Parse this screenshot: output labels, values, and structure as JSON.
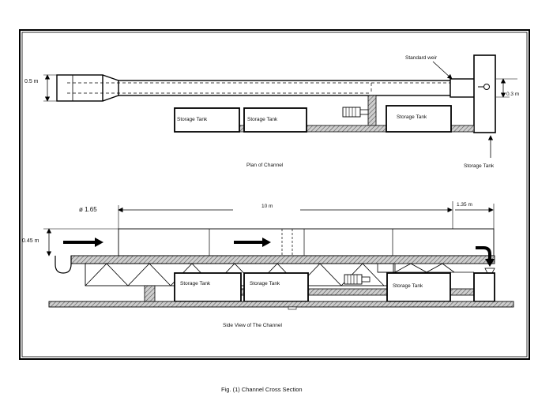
{
  "plan": {
    "dim_height": "0.5 m",
    "weir_label": "Standard weir",
    "dim_weir": "0.3 m",
    "tank_1": "Storage Tank",
    "tank_2": "Storage Tank",
    "tank_3": "Storage Tank",
    "tank_right": "Storage Tank",
    "caption": "Plan  of  Channel"
  },
  "side": {
    "dia_label": "ø 1.65",
    "dim_length": "10 m",
    "dim_end": "1.35 m",
    "dim_height": "0.45 m",
    "tank_1": "Storage Tank",
    "tank_2": "Storage Tank",
    "tank_3": "Storage Tank",
    "caption": "Side View of The Channel"
  },
  "figure_caption": "Fig. (1)  Channel   Cross Section",
  "colors": {
    "line": "#000000",
    "hatch": "#7a7a7a",
    "ground": "#bdbdbd",
    "paper": "#ffffff"
  }
}
